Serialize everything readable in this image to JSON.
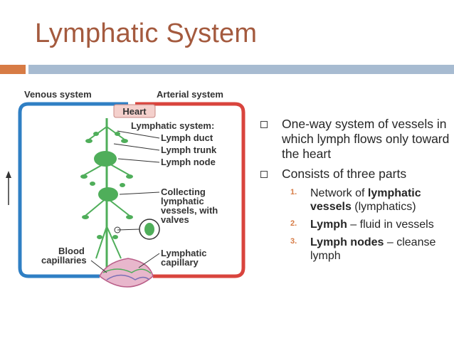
{
  "slide": {
    "title": "Lymphatic System"
  },
  "diagram": {
    "venous_label": "Venous system",
    "arterial_label": "Arterial system",
    "heart_label": "Heart",
    "lymphatic_system_label": "Lymphatic system:",
    "lymph_duct": "Lymph duct",
    "lymph_trunk": "Lymph trunk",
    "lymph_node": "Lymph node",
    "collecting_1": "Collecting",
    "collecting_2": "lymphatic",
    "collecting_3": "vessels, with",
    "collecting_4": "valves",
    "blood_cap_1": "Blood",
    "blood_cap_2": "capillaries",
    "lymph_cap_1": "Lymphatic",
    "lymph_cap_2": "capillary"
  },
  "bullets": [
    {
      "text": "One-way system of vessels in which lymph flows only toward the heart"
    },
    {
      "text": "Consists of three parts"
    }
  ],
  "subitems": [
    {
      "num": "1.",
      "bold": "",
      "pre": "Network of ",
      "bold_mid": "lymphatic vessels",
      "post": " (lymphatics)"
    },
    {
      "num": "2.",
      "bold": "Lymph",
      "post": " – fluid in vessels"
    },
    {
      "num": "3.",
      "bold": "Lymph nodes",
      "post": " – cleanse lymph"
    }
  ],
  "colors": {
    "title": "#a45a3e",
    "accent_orange": "#d77b45",
    "accent_blue": "#a7bbd1",
    "venous_blue": "#2f7fc4",
    "arterial_red": "#d9443d",
    "lymph_green": "#4fae5a"
  }
}
